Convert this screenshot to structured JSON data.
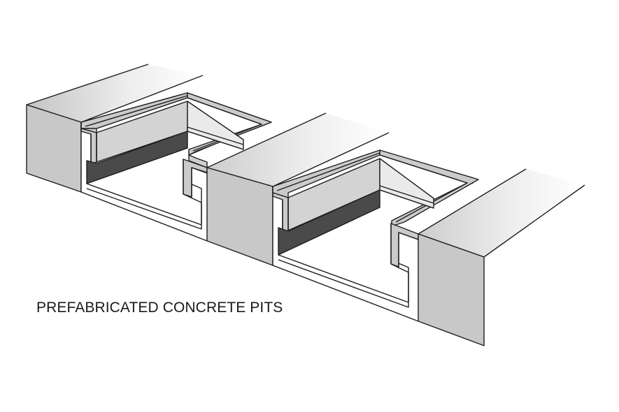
{
  "diagram": {
    "caption": "PREFABRICATED CONCRETE PITS",
    "elements": [
      {
        "name": "concrete-block-left",
        "type": "block"
      },
      {
        "name": "concrete-pit-1",
        "type": "pit"
      },
      {
        "name": "concrete-block-middle",
        "type": "block"
      },
      {
        "name": "concrete-pit-2",
        "type": "pit"
      },
      {
        "name": "concrete-block-right",
        "type": "block"
      }
    ],
    "colors": {
      "outline": "#1e1e1e",
      "block_side": "#c8c8c8",
      "block_top_dark": "#cfcfcf",
      "rim": "#cbcbcb",
      "inner_wall": "#d3d3d3",
      "shadow_wall": "#4a4a4a",
      "background": "#ffffff"
    }
  }
}
